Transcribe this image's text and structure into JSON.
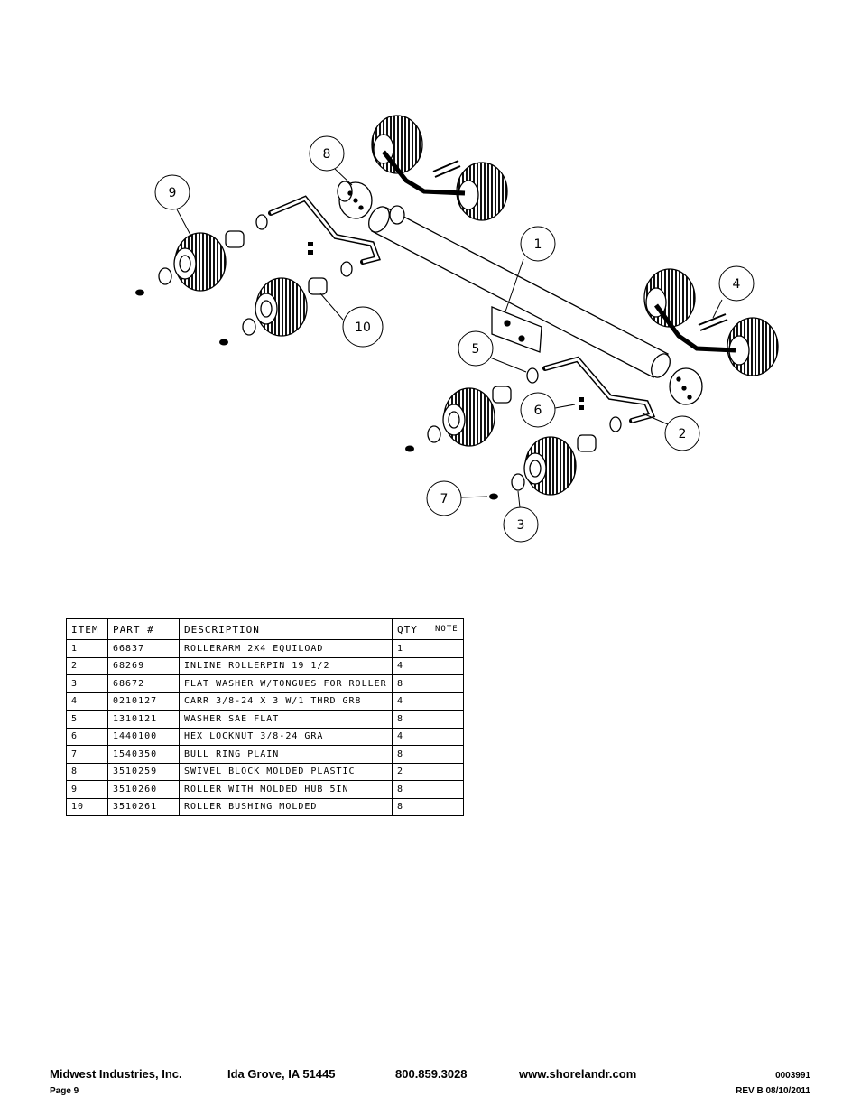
{
  "callouts": [
    "1",
    "2",
    "3",
    "4",
    "5",
    "6",
    "7",
    "8",
    "9",
    "10"
  ],
  "table": {
    "headers": [
      "ITEM",
      "PART #",
      "DESCRIPTION",
      "QTY",
      "NOTE"
    ],
    "rows": [
      [
        "1",
        "66837",
        "ROLLERARM  2X4 EQUILOAD",
        "1",
        ""
      ],
      [
        "2",
        "68269",
        "INLINE ROLLERPIN 19 1/2",
        "4",
        ""
      ],
      [
        "3",
        "68672",
        "FLAT WASHER W/TONGUES FOR ROLLER",
        "8",
        ""
      ],
      [
        "4",
        "0210127",
        "CARR 3/8-24 X 3 W/1 THRD GR8",
        "4",
        ""
      ],
      [
        "5",
        "1310121",
        "WASHER SAE FLAT",
        "8",
        ""
      ],
      [
        "6",
        "1440100",
        "HEX LOCKNUT 3/8-24 GRA",
        "4",
        ""
      ],
      [
        "7",
        "1540350",
        "BULL RING PLAIN",
        "8",
        ""
      ],
      [
        "8",
        "3510259",
        "SWIVEL BLOCK MOLDED PLASTIC",
        "2",
        ""
      ],
      [
        "9",
        "3510260",
        "ROLLER WITH MOLDED HUB  5IN",
        "8",
        ""
      ],
      [
        "10",
        "3510261",
        "ROLLER BUSHING MOLDED",
        "8",
        ""
      ]
    ]
  },
  "footer": {
    "company": "Midwest Industries, Inc.",
    "location": "Ida Grove, IA  51445",
    "phone": "800.859.3028",
    "website": "www.shorelandr.com",
    "doc_number": "0003991",
    "page": "Page 9",
    "revision": "REV B  08/10/2011"
  }
}
